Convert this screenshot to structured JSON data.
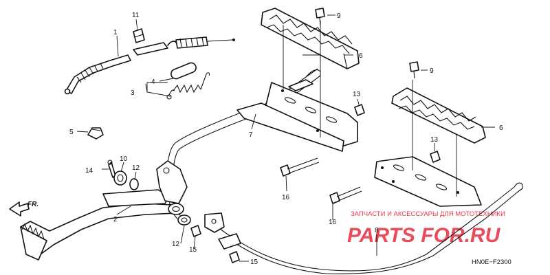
{
  "diagram": {
    "code": "HN0E−F2300",
    "direction_label": "FR.",
    "watermark": {
      "line1": "ЗАПЧАСТИ И АКСЕССУАРЫ ДЛЯ МОТОТЕХНИКИ",
      "line2": "PARTS FOR.RU",
      "color": "#e8384a"
    },
    "callouts": {
      "c1": "1",
      "c2": "2",
      "c3": "3",
      "c4": "4",
      "c5": "5",
      "c6a": "6",
      "c6b": "6",
      "c7": "7",
      "c8": "8",
      "c9a": "9",
      "c9b": "9",
      "c10": "10",
      "c11": "11",
      "c12a": "12",
      "c12b": "12",
      "c13a": "13",
      "c13b": "13",
      "c14": "14",
      "c15a": "15",
      "c15b": "15",
      "c16a": "16",
      "c16b": "16"
    }
  }
}
